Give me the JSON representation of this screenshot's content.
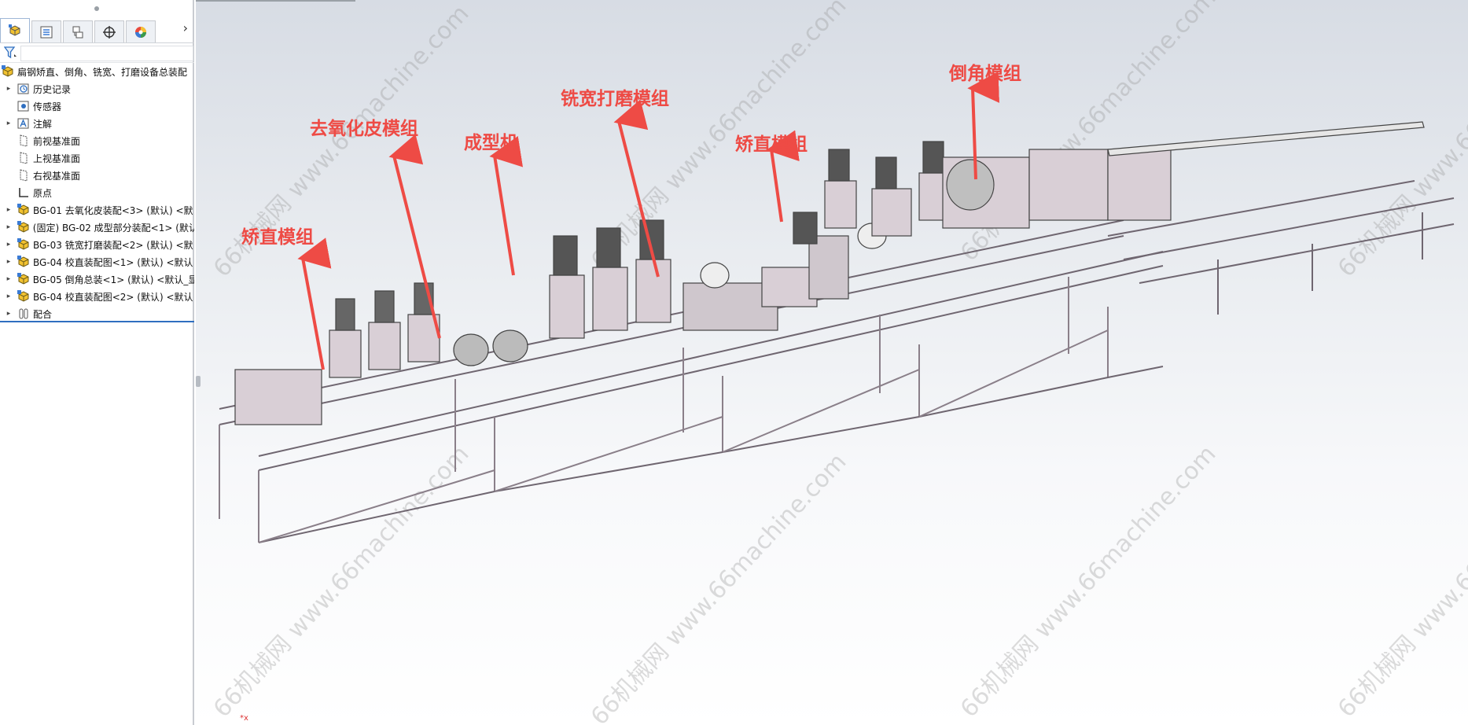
{
  "tree": {
    "root_label": "扁钢矫直、倒角、铣宽、打磨设备总装配",
    "items": [
      {
        "label": "历史记录",
        "icon": "history-icon",
        "expandable": true
      },
      {
        "label": "传感器",
        "icon": "sensor-icon",
        "expandable": false
      },
      {
        "label": "注解",
        "icon": "annotation-icon",
        "expandable": true
      },
      {
        "label": "前视基准面",
        "icon": "plane-icon",
        "expandable": false
      },
      {
        "label": "上视基准面",
        "icon": "plane-icon",
        "expandable": false
      },
      {
        "label": "右视基准面",
        "icon": "plane-icon",
        "expandable": false
      },
      {
        "label": "原点",
        "icon": "origin-icon",
        "expandable": false
      },
      {
        "label": "BG-01 去氧化皮装配<3> (默认) <默",
        "icon": "assembly-icon",
        "expandable": true
      },
      {
        "label": "(固定) BG-02 成型部分装配<1> (默认",
        "icon": "assembly-icon",
        "expandable": true
      },
      {
        "label": "BG-03 铣宽打磨装配<2> (默认) <默",
        "icon": "assembly-icon",
        "expandable": true
      },
      {
        "label": "BG-04 校直装配图<1> (默认) <默认",
        "icon": "assembly-icon",
        "expandable": true
      },
      {
        "label": "BG-05 倒角总装<1> (默认) <默认_显",
        "icon": "assembly-icon",
        "expandable": true
      },
      {
        "label": "BG-04 校直装配图<2> (默认) <默认",
        "icon": "assembly-icon",
        "expandable": true
      },
      {
        "label": "配合",
        "icon": "mates-icon",
        "expandable": true
      }
    ]
  },
  "annotations": [
    {
      "name": "annotation-straightening-left",
      "text": "矫直模组"
    },
    {
      "name": "annotation-descaling",
      "text": "去氧化皮模组"
    },
    {
      "name": "annotation-forming",
      "text": "成型机"
    },
    {
      "name": "annotation-milling",
      "text": "铣宽打磨模组"
    },
    {
      "name": "annotation-straightening-right",
      "text": "矫直模组"
    },
    {
      "name": "annotation-chamfer",
      "text": "倒角模组"
    }
  ],
  "watermark": "66机械网 www.66machine.com",
  "origin_mark": "*x",
  "colors": {
    "annotation": "#ee4b45",
    "frame": "#d9cfd6",
    "tree_accent": "#2f6fc0"
  }
}
